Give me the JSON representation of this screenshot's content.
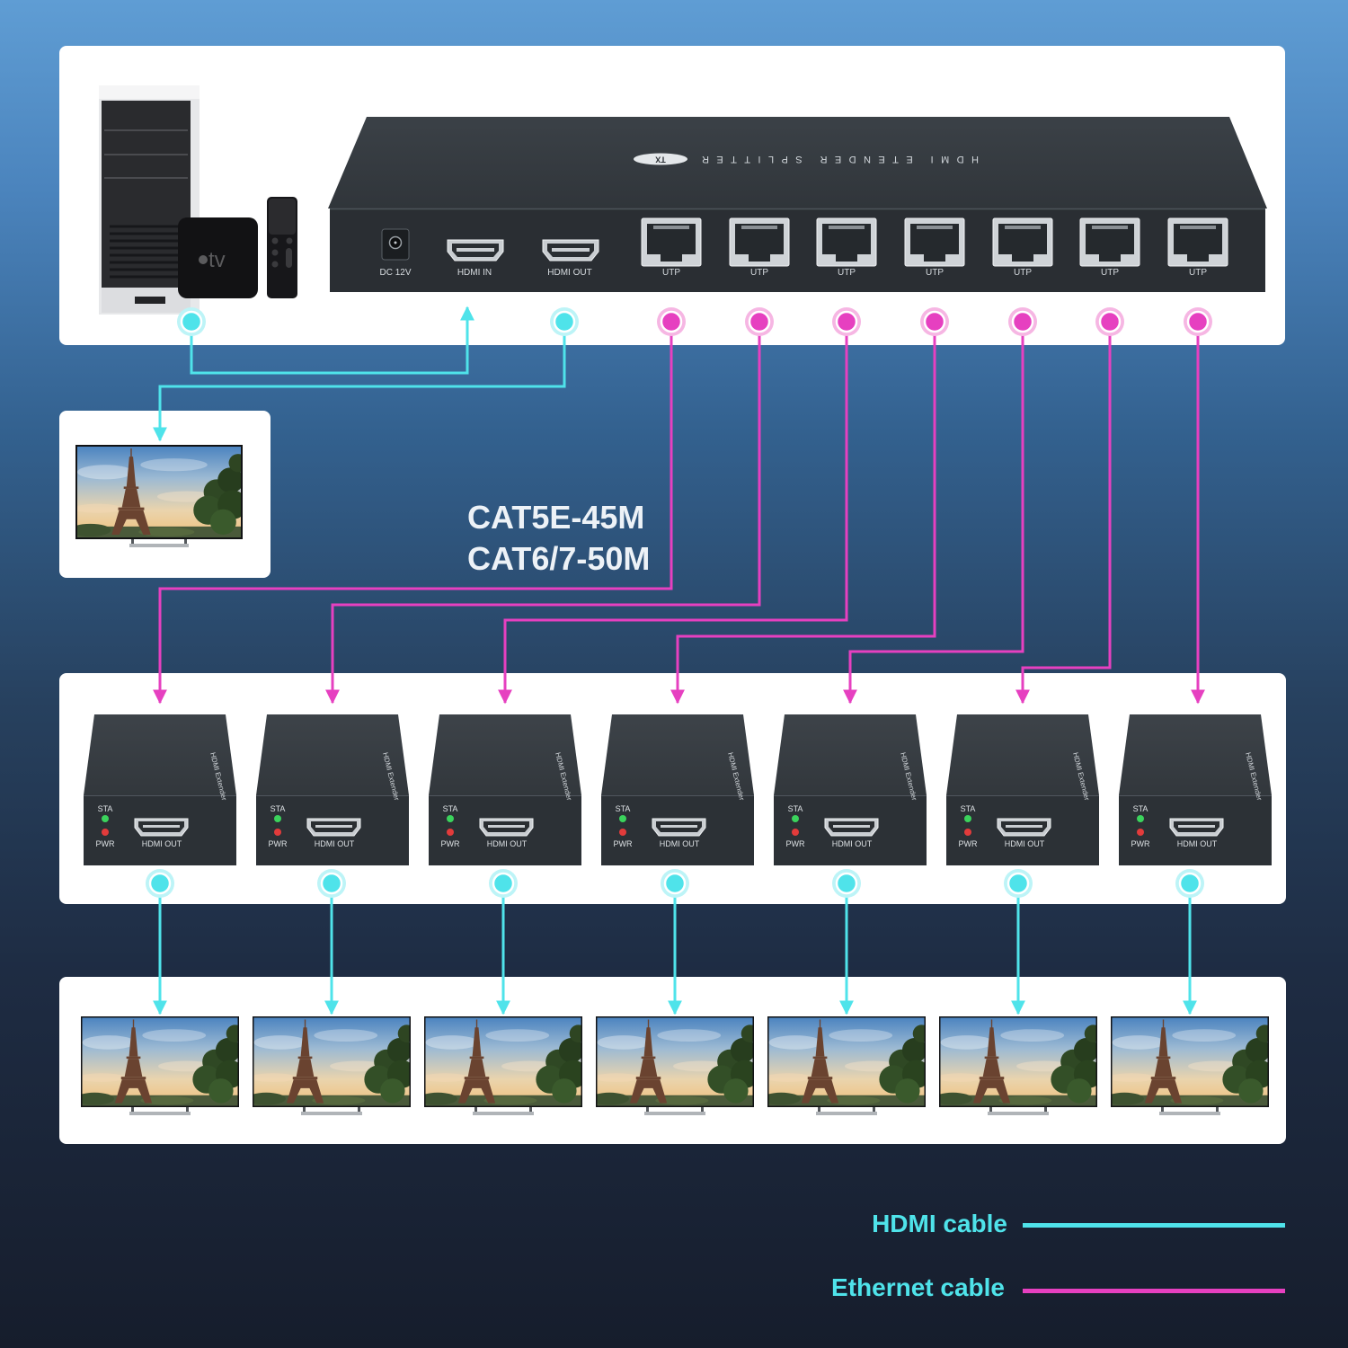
{
  "colors": {
    "hdmi": "#4fe3ea",
    "ethernet": "#e640c0",
    "status_led": "#3bd35c",
    "power_led": "#e23b3b"
  },
  "source": {
    "apple_tv_label": "tv"
  },
  "device": {
    "top_label": "HDMI ETENDER SPLITTER",
    "badge": "TX",
    "ports": {
      "dc": "DC 12V",
      "hdmi_in": "HDMI IN",
      "hdmi_out": "HDMI OUT",
      "utp": [
        "UTP",
        "UTP",
        "UTP",
        "UTP",
        "UTP",
        "UTP",
        "UTP"
      ]
    }
  },
  "cable_spec": {
    "line1": "CAT5E-45M",
    "line2": "CAT6/7-50M"
  },
  "receivers": [
    {
      "status_led": "STA",
      "power_led": "PWR",
      "port": "HDMI OUT",
      "model": "HDMI Extender"
    },
    {
      "status_led": "STA",
      "power_led": "PWR",
      "port": "HDMI OUT",
      "model": "HDMI Extender"
    },
    {
      "status_led": "STA",
      "power_led": "PWR",
      "port": "HDMI OUT",
      "model": "HDMI Extender"
    },
    {
      "status_led": "STA",
      "power_led": "PWR",
      "port": "HDMI OUT",
      "model": "HDMI Extender"
    },
    {
      "status_led": "STA",
      "power_led": "PWR",
      "port": "HDMI OUT",
      "model": "HDMI Extender"
    },
    {
      "status_led": "STA",
      "power_led": "PWR",
      "port": "HDMI OUT",
      "model": "HDMI Extender"
    },
    {
      "status_led": "STA",
      "power_led": "PWR",
      "port": "HDMI OUT",
      "model": "HDMI Extender"
    }
  ],
  "legend": {
    "hdmi_label": "HDMI cable",
    "ethernet_label": "Ethernet cable"
  }
}
